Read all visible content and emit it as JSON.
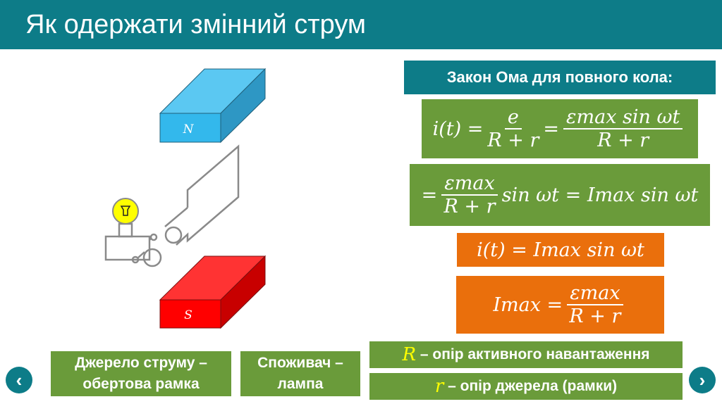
{
  "title": "Як одержати змінний струм",
  "diagram": {
    "north_label": "N",
    "south_label": "S"
  },
  "ohm_heading": "Закон Ома для повного кола:",
  "f1": {
    "lhs": "i(t) =",
    "n1": "e",
    "d1": "R + r",
    "eq": "=",
    "n2": "εmax sin ωt",
    "d2": "R + r"
  },
  "f2": {
    "eq": "=",
    "n": "εmax",
    "d": "R + r",
    "rest": "sin ωt  = Imax sin ωt"
  },
  "f3": "i(t) = Imax sin ωt",
  "f4": {
    "lhs": "Imax =",
    "n": "εmax",
    "d": "R + r"
  },
  "bottom": {
    "source": [
      "Джерело струму –",
      "обертова рамка"
    ],
    "consumer": [
      "Споживач –",
      "лампа"
    ],
    "R_sym": "R",
    "R_text": "– опір активного навантаження",
    "r_sym": "r",
    "r_text": "– опір джерела (рамки)"
  },
  "nav": {
    "prev": "‹",
    "next": "›"
  }
}
